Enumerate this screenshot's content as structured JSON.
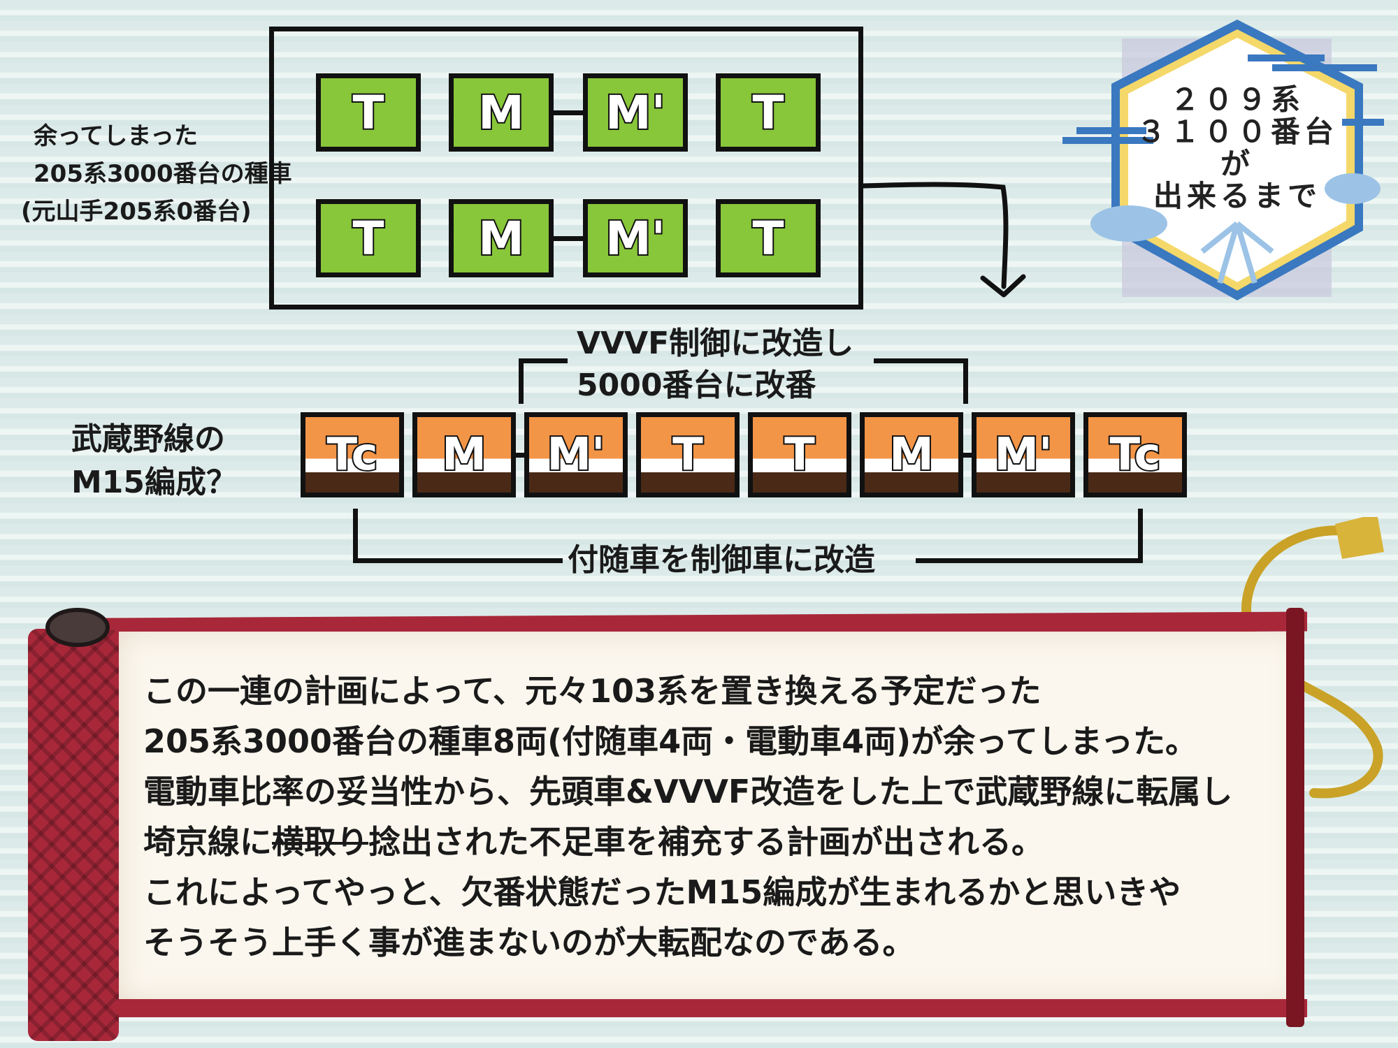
{
  "left_label": {
    "line1": "余ってしまった",
    "line2": "205系3000番台の種車",
    "line3": "(元山手205系0番台)"
  },
  "old_formation": {
    "row1": [
      "T",
      "M",
      "M'",
      "T"
    ],
    "row2": [
      "T",
      "M",
      "M'",
      "T"
    ]
  },
  "emblem": {
    "line1": "２０９系",
    "line2": "３１００番台",
    "line3": "が",
    "line4": "出来るまで"
  },
  "vvvf_note": {
    "line1": "VVVF制御に改造し",
    "line2": "5000番台に改番"
  },
  "musashino_label": {
    "line1": "武蔵野線の",
    "line2": "M15編成？"
  },
  "new_formation": [
    "Tc",
    "M",
    "M'",
    "T",
    "T",
    "M",
    "M'",
    "Tc"
  ],
  "control_car_note": "付随車を制御車に改造",
  "scroll_text": {
    "line1": "この一連の計画によって、元々103系を置き換える予定だった",
    "line2": "205系3000番台の種車8両(付随車4両・電動車4両)が余ってしまった。",
    "line3": "電動車比率の妥当性から、先頭車&VVVF改造をした上で武蔵野線に転属し",
    "line4_a": "埼京線に",
    "line4_struck": "横取り",
    "line4_b": "捻出された不足車を補充する計画が出される。",
    "line5": "これによってやっと、欠番状態だったM15編成が生まれるかと思いきや",
    "line6": "そうそう上手く事が進まないのが大転配なのである。"
  },
  "colors": {
    "green_car": "#88c63a",
    "orange_car": "#f39547",
    "brown_stripe": "#4a2a16",
    "scroll_red": "#a8283a",
    "gold_cord": "#c9a227",
    "emblem_blue": "#3a78c0"
  }
}
